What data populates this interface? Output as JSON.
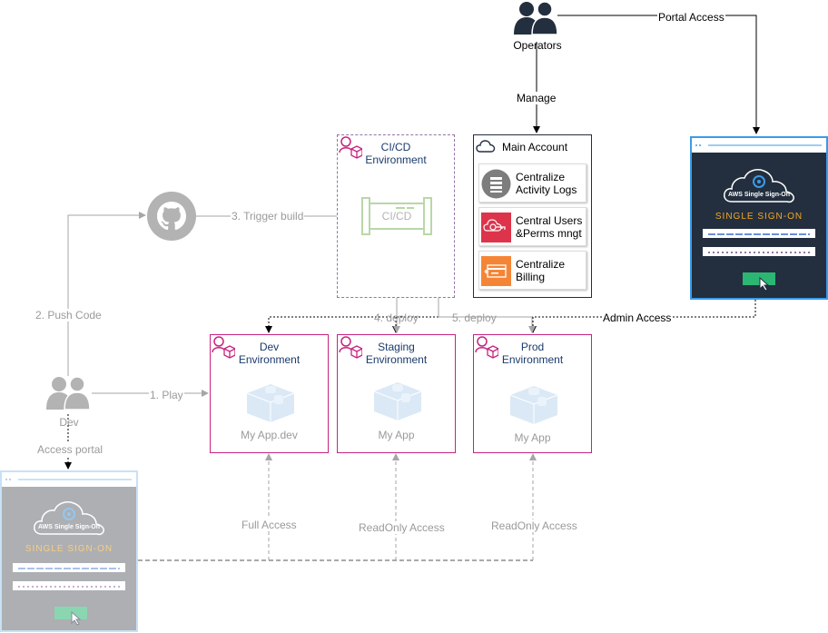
{
  "actors": {
    "operators": "Operators",
    "dev": "Dev"
  },
  "edges": {
    "portal_access": "Portal Access",
    "manage": "Manage",
    "trigger_build": "3. Trigger build",
    "push_code": "2. Push Code",
    "play": "1. Play",
    "deploy4": "4. deploy",
    "deploy5": "5. deploy",
    "admin_access": "Admin Access",
    "access_portal": "Access portal",
    "full_access": "Full Access",
    "readonly_staging": "ReadOnly Access",
    "readonly_prod": "ReadOnly Access"
  },
  "cicd": {
    "title": "CI/CD\nEnvironment",
    "pipeline_label": "CI/CD"
  },
  "main_account": {
    "title": "Main Account",
    "services": [
      {
        "label": "Centralize\nActivity Logs",
        "icon": "cloudtrail-icon",
        "color": "#7d7d7d"
      },
      {
        "label": "Central Users\n&Perms mngt",
        "icon": "iam-icon",
        "color": "#dd344c"
      },
      {
        "label": "Centralize\nBilling",
        "icon": "billing-icon",
        "color": "#f58536"
      }
    ]
  },
  "environments": {
    "dev": {
      "title": "Dev\nEnvironment",
      "app": "My App.dev"
    },
    "staging": {
      "title": "Staging\nEnvironment",
      "app": "My App"
    },
    "prod": {
      "title": "Prod\nEnvironment",
      "app": "My App"
    }
  },
  "sso": {
    "logo_text": "AWS Single Sign-On",
    "title": "SINGLE SIGN-ON"
  },
  "colors": {
    "env_border": "#c7237e",
    "sso_frame": "#3b9be8",
    "sso_dark": "#232f3e",
    "sso_accent": "#f5a623",
    "pipeline": "#82b366"
  }
}
